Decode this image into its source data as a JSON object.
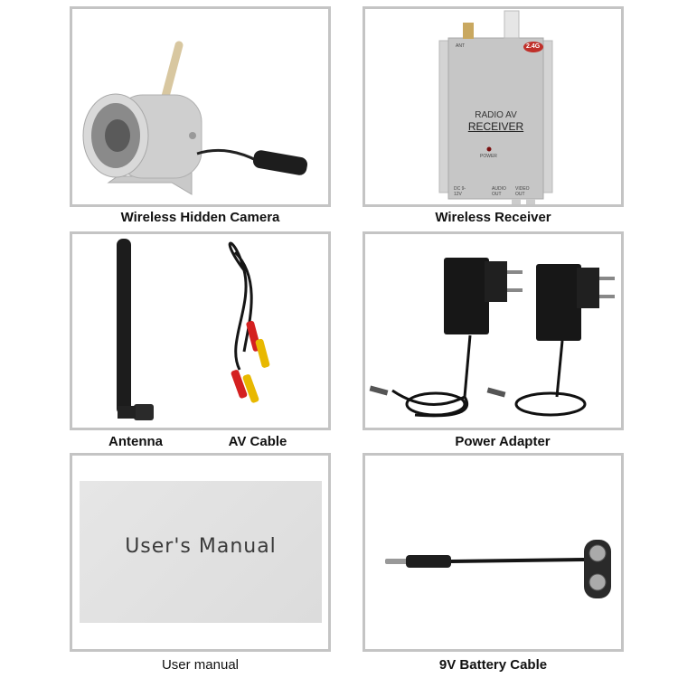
{
  "panels": [
    {
      "id": "camera",
      "label": "Wireless Hidden Camera"
    },
    {
      "id": "receiver",
      "label": "Wireless Receiver",
      "device_text": {
        "line1": "RADIO AV",
        "line2": "RECEIVER",
        "badge": "2.4G",
        "ant": "ANT",
        "power": "POWER",
        "dc": "DC 9-12V",
        "audio": "AUDIO OUT",
        "video": "VIDEO OUT"
      }
    },
    {
      "id": "antenna-cable",
      "labels": [
        "Antenna",
        "AV Cable"
      ]
    },
    {
      "id": "power-adapter",
      "label": "Power Adapter"
    },
    {
      "id": "manual",
      "label": "User manual",
      "card_text": "User's Manual"
    },
    {
      "id": "battery-cable",
      "label": "9V Battery Cable"
    }
  ],
  "colors": {
    "frame_border": "#c4c4c4",
    "silver": "#c8c8c8",
    "black": "#1a1a1a",
    "rca_red": "#d42020",
    "rca_yellow": "#e8b800",
    "badge_red": "#c0302a"
  }
}
